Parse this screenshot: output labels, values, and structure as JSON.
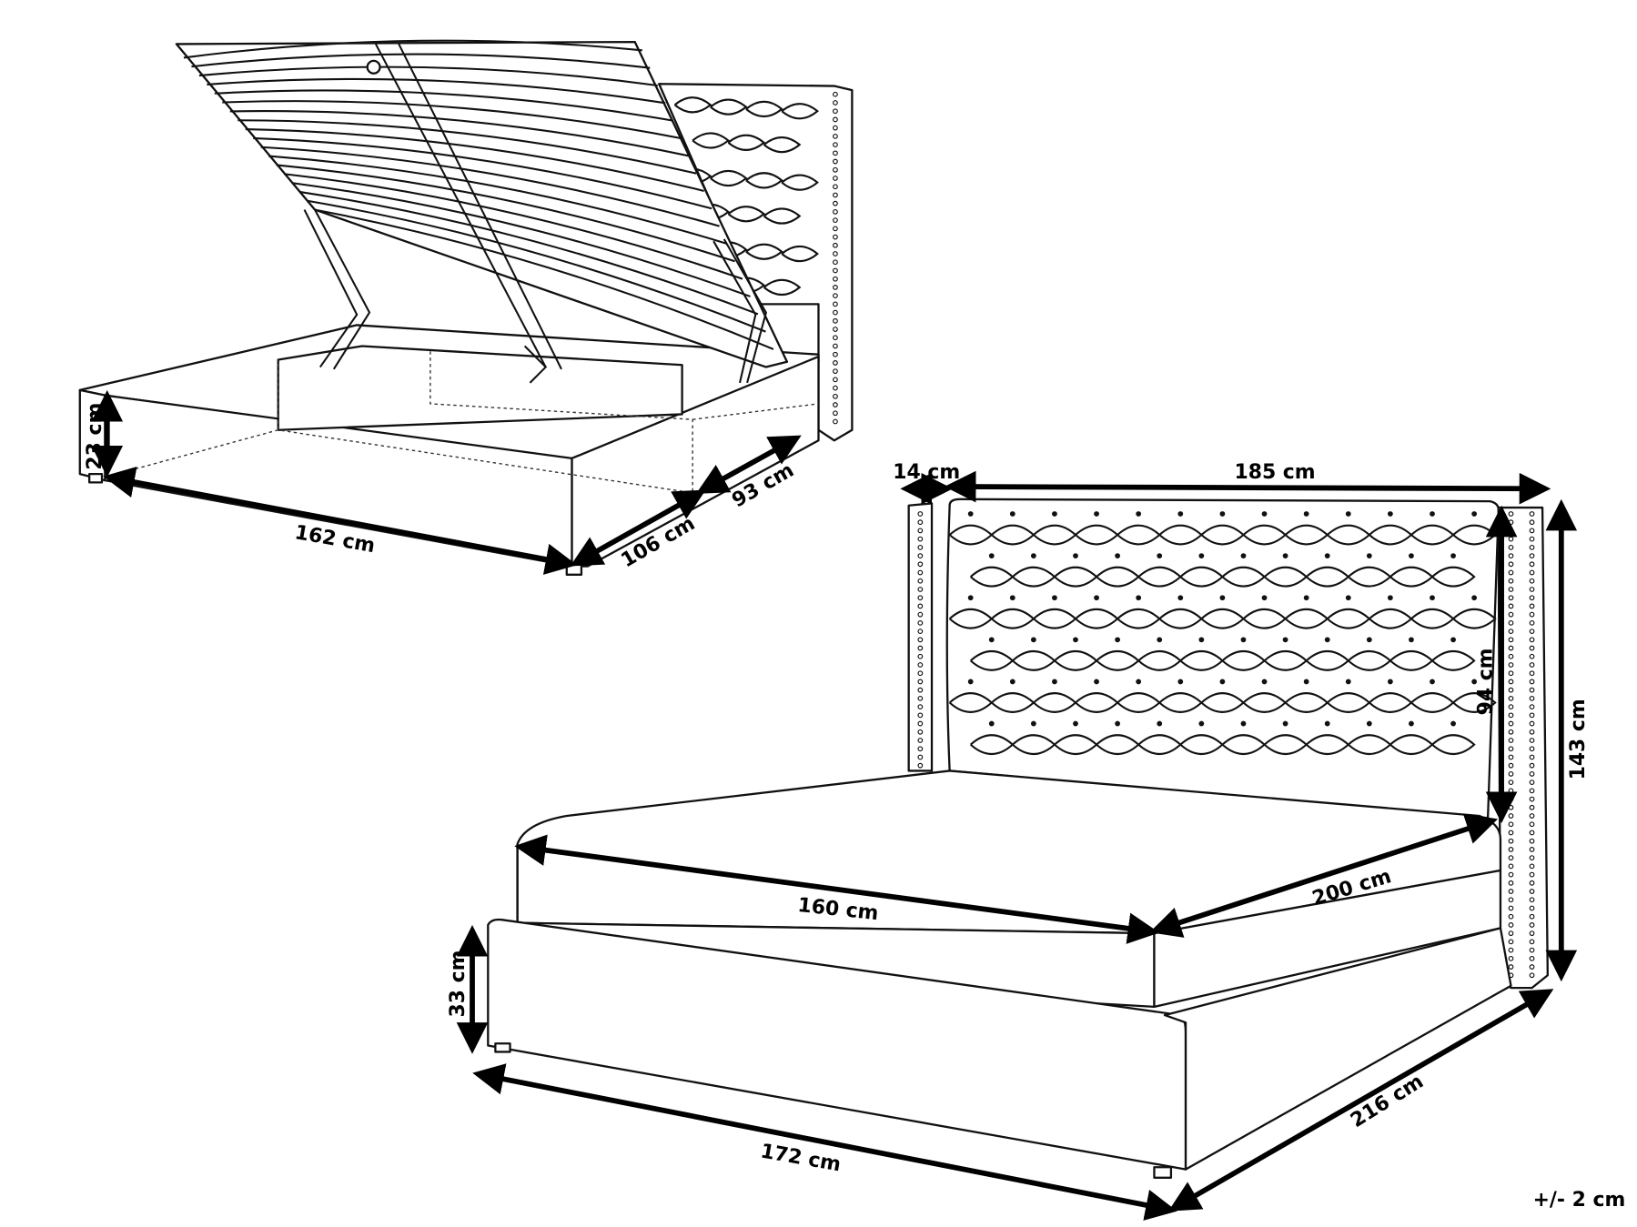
{
  "dimensions": {
    "storage_height": "23 cm",
    "storage_inner_length": "162 cm",
    "storage_inner_width": "106 cm",
    "storage_compartment": "93 cm",
    "wing_depth": "14 cm",
    "headboard_width": "185 cm",
    "headboard_above_mattress": "94 cm",
    "total_height": "143 cm",
    "mattress_width": "160 cm",
    "mattress_length": "200 cm",
    "frame_height": "33 cm",
    "frame_width": "172 cm",
    "total_length": "216 cm"
  },
  "tolerance": "+/- 2 cm"
}
